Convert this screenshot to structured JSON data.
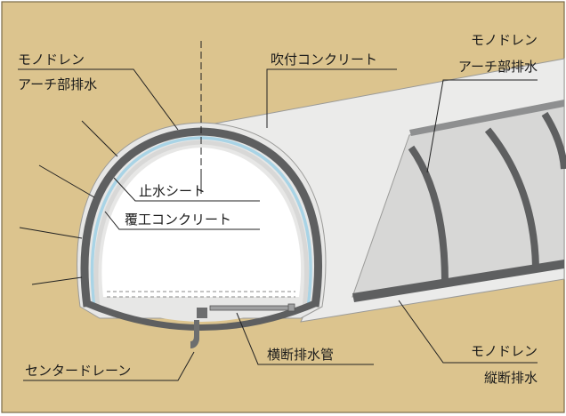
{
  "labels": {
    "arch_drain_left_1": "モノドレン",
    "arch_drain_left_2": "アーチ部排水",
    "shotcrete": "吹付コンクリート",
    "arch_drain_right_1": "モノドレン",
    "arch_drain_right_2": "アーチ部排水",
    "waterproof_sheet": "止水シート",
    "lining_concrete": "覆工コンクリート",
    "cross_drain_pipe": "横断排水管",
    "center_drain": "センタードレーン",
    "long_drain_1": "モノドレン",
    "long_drain_2": "縦断排水"
  },
  "colors": {
    "background": "#dcc48e",
    "tunnel_face": "#f2f2f1",
    "concrete_shell": "#e7e7e6",
    "inner_shadow": "#c9c9c8",
    "drain_band": "#5e5f60",
    "sheet_blue": "#a9d4e6",
    "leader": "#222222",
    "border": "#7a6a48"
  }
}
